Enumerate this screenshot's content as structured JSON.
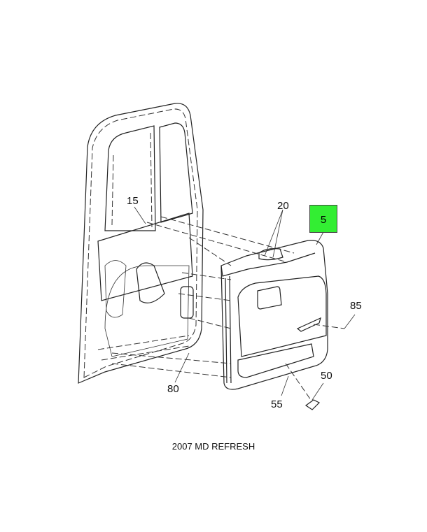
{
  "diagram": {
    "caption": "2007 MD REFRESH",
    "highlight_color": "#33ee33",
    "callouts": {
      "selected": "5",
      "c15": "15",
      "c20": "20",
      "c85": "85",
      "c80": "80",
      "c55": "55",
      "c50": "50"
    }
  }
}
